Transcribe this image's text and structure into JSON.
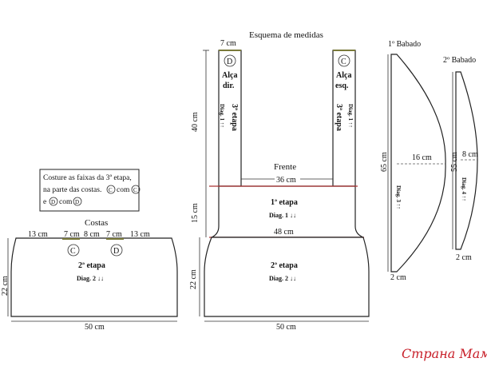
{
  "title": "Esquema de medidas",
  "straps": {
    "width_label": "7 cm",
    "height_label": "40 cm",
    "right": {
      "circle": "D",
      "name1": "Alça",
      "name2": "dir.",
      "stage": "3ª etapa",
      "diag": "Diag. 1 ↑↑"
    },
    "left": {
      "circle": "C",
      "name1": "Alça",
      "name2": "esq.",
      "stage": "3ª etapa",
      "diag": "Diag. 1 ↑↑"
    }
  },
  "front": {
    "label": "Frente",
    "top_width": "36 cm",
    "band_height": "15 cm",
    "band_stage": "1ª etapa",
    "band_diag": "Diag. 1 ↓↓",
    "mid_width": "48 cm",
    "body_height": "22 cm",
    "body_stage": "2ª etapa",
    "body_diag": "Diag. 2 ↓↓",
    "bottom_width": "50 cm"
  },
  "note": {
    "line1": "Costure as faixas da 3ª etapa,",
    "line2": "na parte das costas.",
    "c_letter": "C",
    "d_letter": "D",
    "com": "com",
    "e": "e"
  },
  "back": {
    "label": "Costas",
    "seg1": "13 cm",
    "seg2": "7 cm",
    "seg3": "8 cm",
    "seg4": "7 cm",
    "seg5": "13 cm",
    "circle_c": "C",
    "circle_d": "D",
    "height": "22 cm",
    "stage": "2ª etapa",
    "diag": "Diag. 2 ↓↓",
    "bottom_width": "50 cm"
  },
  "ruffle1": {
    "label": "1º Babado",
    "height": "65 cm",
    "width": "16 cm",
    "diag": "Diag. 3 ↑↑",
    "bottom": "2 cm"
  },
  "ruffle2": {
    "label": "2º Babado",
    "height": "55 cm",
    "width": "8 cm",
    "diag": "Diag. 4 ↑↑",
    "bottom": "2 cm"
  },
  "watermark": "Страна Мам"
}
